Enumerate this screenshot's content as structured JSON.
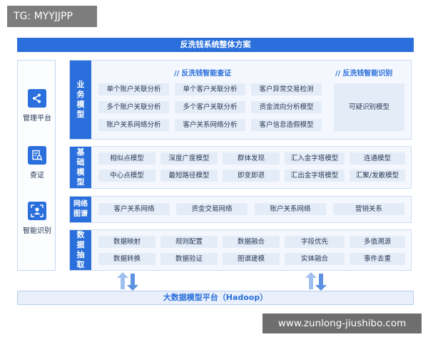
{
  "watermark_tag": "TG: MYYJJPP",
  "title": "反洗钱系统整体方案",
  "left_panel": {
    "items": [
      {
        "label": "管理平台",
        "icon": "share-icon"
      },
      {
        "label": "查证",
        "icon": "document-search-icon"
      },
      {
        "label": "智能识别",
        "icon": "face-scan-icon"
      }
    ]
  },
  "business_layer": {
    "label": "业务模型",
    "section_left_title": "反洗钱智能查证",
    "section_right_title": "反洗钱智能识别",
    "cells": [
      "单个账户关联分析",
      "单个客户关联分析",
      "客户异常交易检测",
      "多个账户关联分析",
      "多个客户关联分析",
      "资金流向分析模型",
      "账户关系网络分析",
      "客户关系网络分析",
      "客户信息造假模型"
    ],
    "right_cell": "可疑识别模型"
  },
  "base_layer": {
    "label": "基础模型",
    "cells": [
      "相似点模型",
      "深度广度模型",
      "群体发现",
      "汇入金字塔模型",
      "连通模型",
      "中心点模型",
      "最短路径模型",
      "即变即退",
      "汇出金字塔模型",
      "汇聚/发散模型"
    ]
  },
  "graph_layer": {
    "label": "网络图谱",
    "cells": [
      "客户关系网络",
      "资金交易网络",
      "账户关系网络",
      "营销关系"
    ]
  },
  "extract_layer": {
    "label": "数据抽取",
    "cells": [
      "数据映射",
      "规则配置",
      "数据融合",
      "字段优先",
      "多值溯源",
      "数据转换",
      "数据验证",
      "图谱建模",
      "实体融合",
      "事件去重"
    ]
  },
  "bottom_platform": "大数据模型平台（Hadoop）",
  "watermark_url": "www.zunlong-jiushibo.com",
  "colors": {
    "primary": "#2a6fdb",
    "cell": "#e4ecf8",
    "panel": "#f4f8fe",
    "arrow": "#9fc0ee"
  }
}
